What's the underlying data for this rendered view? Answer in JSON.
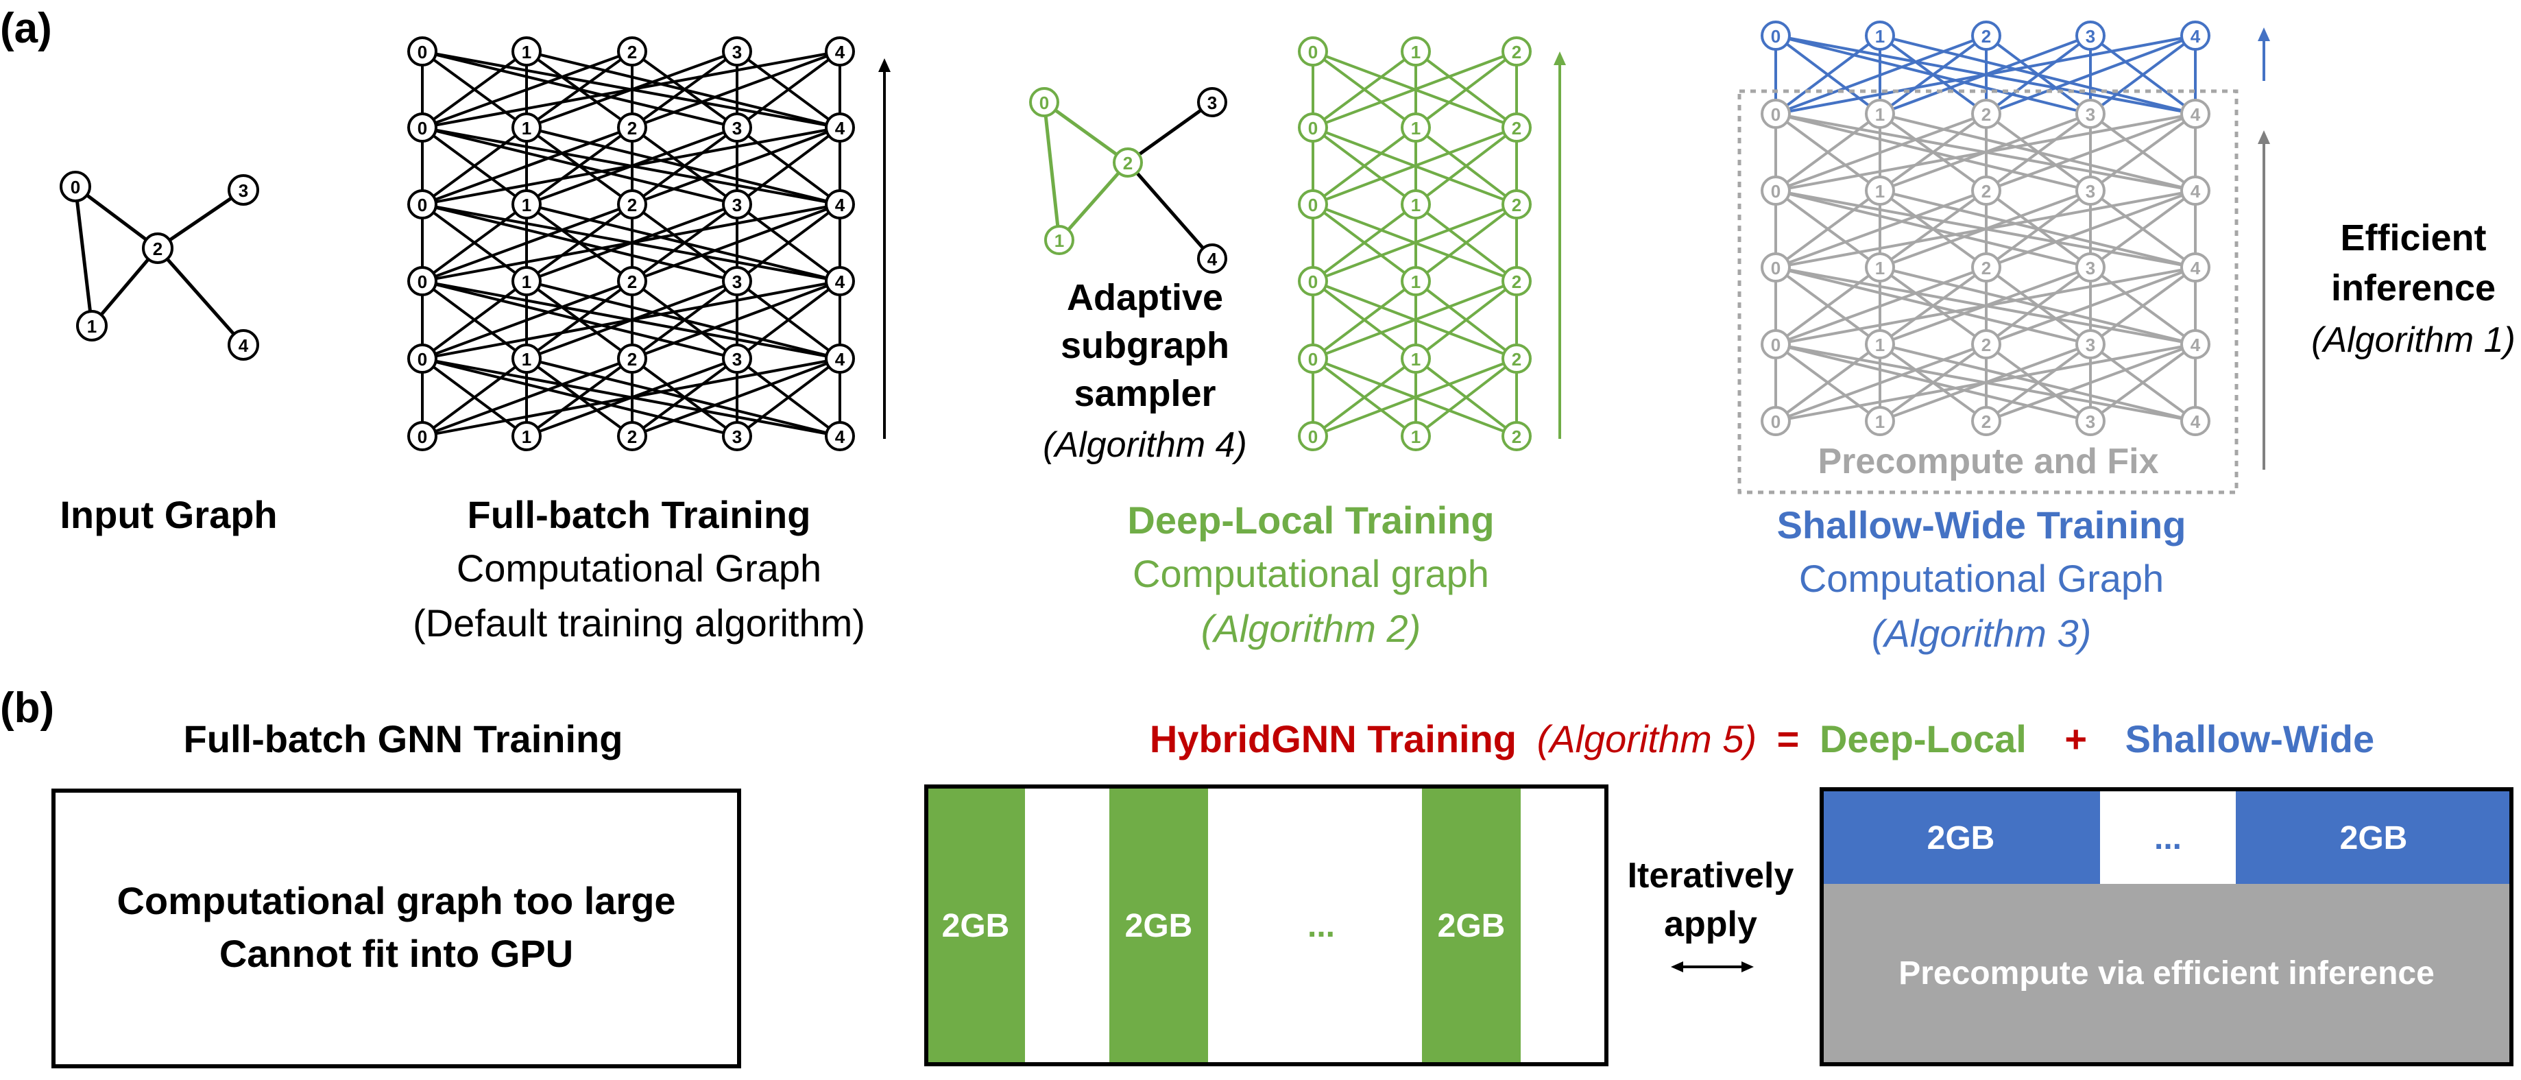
{
  "panel_a": {
    "tag": "(a)",
    "input_graph": {
      "nodes": [
        "0",
        "1",
        "2",
        "3",
        "4"
      ],
      "title": "Input Graph"
    },
    "full_batch": {
      "layer_nodes": [
        "0",
        "1",
        "2",
        "3",
        "4"
      ],
      "title": "Full-batch Training",
      "subtitle": "Computational Graph",
      "note": "(Default training algorithm)"
    },
    "deep_local": {
      "subgraph_nodes": [
        "0",
        "1",
        "2",
        "3",
        "4"
      ],
      "layer_nodes": [
        "0",
        "1",
        "2"
      ],
      "sampler_label": [
        "Adaptive",
        "subgraph",
        "sampler"
      ],
      "sampler_alg": "(Algorithm 4)",
      "title": "Deep-Local Training",
      "subtitle": "Computational graph",
      "note": "(Algorithm 2)"
    },
    "shallow_wide": {
      "layer_nodes": [
        "0",
        "1",
        "2",
        "3",
        "4"
      ],
      "box_label": "Precompute and Fix",
      "title": "Shallow-Wide Training",
      "subtitle": "Computational Graph",
      "note": "(Algorithm 3)"
    },
    "efficient_inference": {
      "lines": [
        "Efficient",
        "inference"
      ],
      "alg": "(Algorithm 1)"
    }
  },
  "panel_b": {
    "tag": "(b)",
    "full_batch_title": "Full-batch GNN Training",
    "full_batch_box": [
      "Computational graph too large",
      "Cannot fit into GPU"
    ],
    "hybrid_title": {
      "name": "HybridGNN Training",
      "alg": "(Algorithm 5)",
      "eq": "=",
      "deep": "Deep-Local",
      "plus": "+",
      "shallow": "Shallow-Wide"
    },
    "deep_box": {
      "block_label": "2GB",
      "ellipsis": "..."
    },
    "iterate": [
      "Iteratively",
      "apply"
    ],
    "shallow_box": {
      "block_label": "2GB",
      "ellipsis": "...",
      "bottom": "Precompute via efficient inference"
    }
  },
  "colors": {
    "black": "#000000",
    "green": "#70ad47",
    "blue": "#4472c4",
    "gray": "#a6a6a6",
    "red": "#c00000",
    "white": "#ffffff"
  }
}
